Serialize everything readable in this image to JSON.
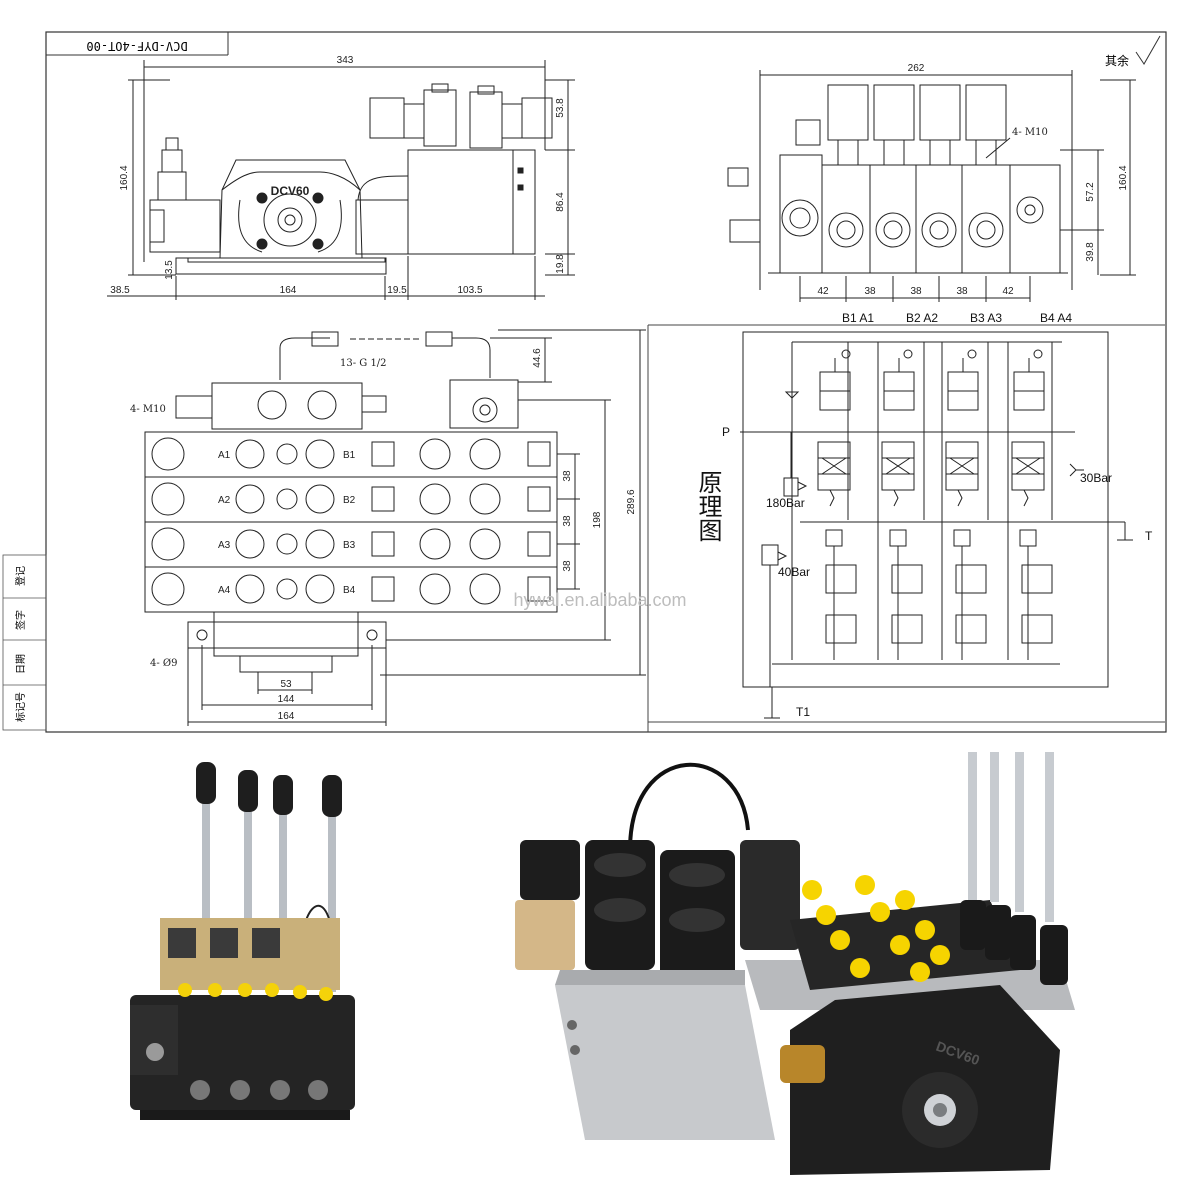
{
  "title_block": {
    "drawing_number": "DCV-DYF-4OT-00",
    "surface_note": "其余"
  },
  "front_view": {
    "dim_overall_width": "343",
    "dim_height": "160.4",
    "dim_coil_height": "53.8",
    "dim_body_height": "86.4",
    "dim_base": "19.8",
    "dim_foot": "13.5",
    "dim_left": "38.5",
    "dim_body_width": "164",
    "dim_gap": "19.5",
    "dim_box_width": "103.5",
    "casting_label": "DCV60"
  },
  "side_view": {
    "dim_overall_width": "262",
    "dim_height": "160.4",
    "dim_mid": "57.2",
    "dim_base": "39.8",
    "thread_label": "4- M10",
    "pitch_dims": [
      "42",
      "38",
      "38",
      "38",
      "42"
    ]
  },
  "top_view": {
    "thread_label": "4- M10",
    "port_label": "13- G 1/2",
    "hole_label": "4- Ø9",
    "dim_top": "44.6",
    "dim_overall_length": "289.6",
    "dim_body_length": "198",
    "dim_pitch": "38",
    "dim_53": "53",
    "dim_144": "144",
    "dim_164": "164",
    "port_labels_a": [
      "A1",
      "A2",
      "A3",
      "A4"
    ],
    "port_labels_b": [
      "B1",
      "B2",
      "B3",
      "B4"
    ]
  },
  "schematic": {
    "title": "原理图",
    "port_p": "P",
    "port_t": "T",
    "port_t1": "T1",
    "relief_main": "180Bar",
    "relief_pilot": "40Bar",
    "check_pressure": "30Bar",
    "work_ports": [
      "B1 A1",
      "B2 A2",
      "B3 A3",
      "B4 A4"
    ]
  },
  "side_strip": [
    "登记",
    "签字",
    "日期",
    "标记号"
  ],
  "watermark": "hywal.en.alibaba.com",
  "photo_right": {
    "casting_label": "DCV60"
  }
}
